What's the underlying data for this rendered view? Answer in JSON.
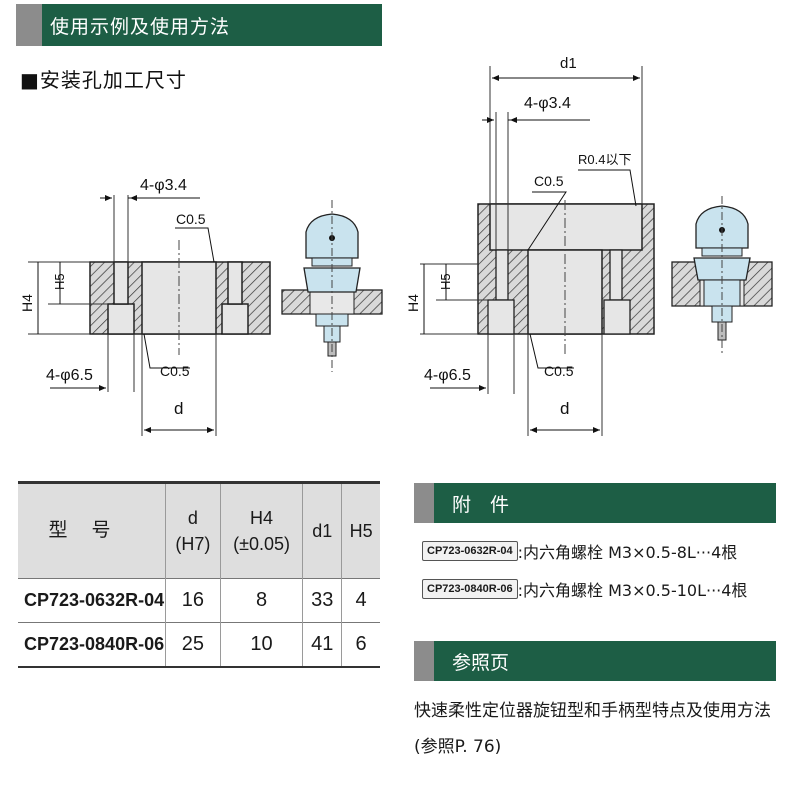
{
  "banner": {
    "title": "使用示例及使用方法"
  },
  "section": {
    "title": "■安装孔加工尺寸"
  },
  "drawing_left": {
    "hole_top": "4-φ3.4",
    "chamfer_top": "C0.5",
    "h5": "H5",
    "h4": "H4",
    "hole_bottom": "4-φ6.5",
    "chamfer_bottom": "C0.5",
    "d": "d"
  },
  "drawing_right": {
    "d1": "d1",
    "hole_top": "4-φ3.4",
    "radius": "R0.4以下",
    "chamfer_top": "C0.5",
    "h5": "H5",
    "h4": "H4",
    "hole_bottom": "4-φ6.5",
    "chamfer_bottom": "C0.5",
    "d": "d"
  },
  "table": {
    "headers": {
      "model": "型号",
      "d": "d",
      "d_sub": "(H7)",
      "h4": "H4",
      "h4_sub": "(±0.05)",
      "d1": "d1",
      "h5": "H5"
    },
    "rows": [
      {
        "model": "CP723-0632R-04",
        "d": "16",
        "h4": "8",
        "d1": "33",
        "h5": "4"
      },
      {
        "model": "CP723-0840R-06",
        "d": "25",
        "h4": "10",
        "d1": "41",
        "h5": "6"
      }
    ]
  },
  "accessories": {
    "title": "附　件",
    "items": [
      {
        "model": "CP723-0632R-04",
        "desc": ":内六角螺栓 M3×0.5-8L···4根"
      },
      {
        "model": "CP723-0840R-06",
        "desc": ":内六角螺栓 M3×0.5-10L···4根"
      }
    ]
  },
  "reference": {
    "title": "参照页",
    "line1": "快速柔性定位器旋钮型和手柄型特点及使用方法",
    "line2": "(参照P. 76)"
  },
  "colors": {
    "banner": "#1d5e45",
    "banner_accent": "#8c8c8c",
    "header_bg": "#dedede",
    "part_blue": "#c9e3ee"
  }
}
